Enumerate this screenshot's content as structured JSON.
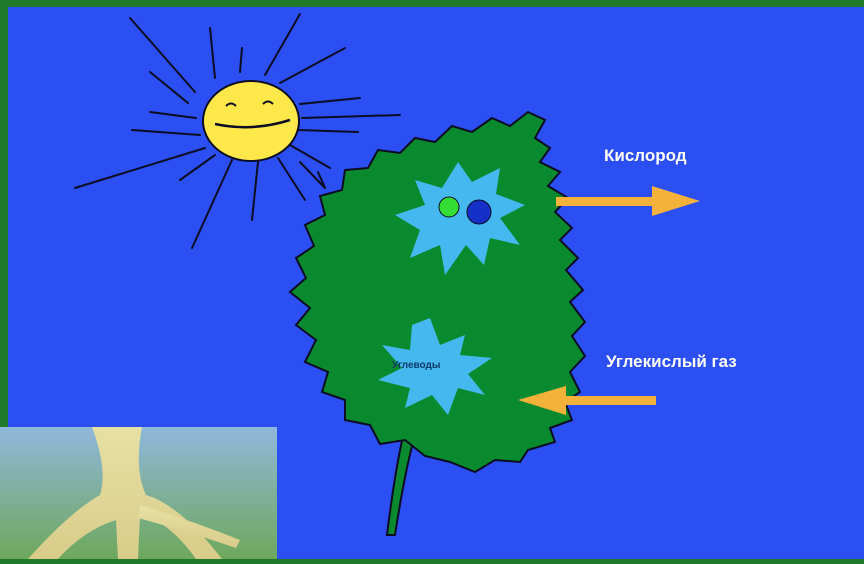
{
  "labels": {
    "oxygen": "Кислород",
    "carbon_dioxide": "Углекислый газ",
    "carbohydrates": "Углеводы"
  },
  "colors": {
    "border": "#1f7a2a",
    "background": "#2b4ff2",
    "leaf": "#0a8a2e",
    "sun": "#ffe84a",
    "starburst": "#45b8f0",
    "arrow": "#f5b23b",
    "molecule_green": "#33dd33",
    "molecule_blue": "#1530c8"
  },
  "icons": [
    "sun-icon",
    "leaf-icon",
    "root-icon"
  ]
}
